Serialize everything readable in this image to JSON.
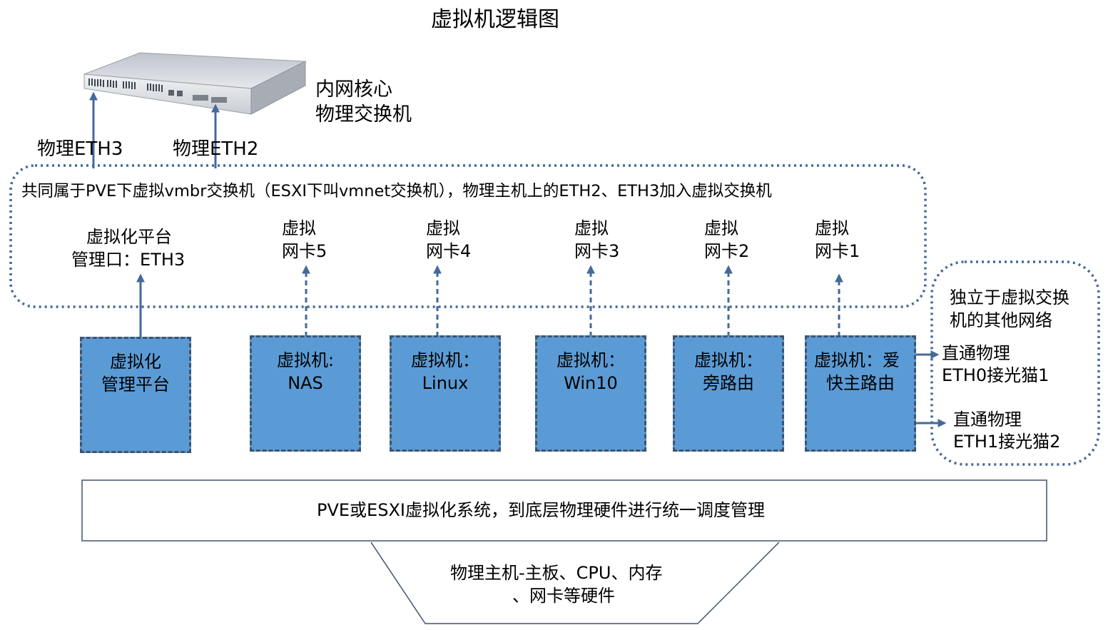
{
  "title": "虚拟机逻辑图",
  "core_switch": {
    "line1": "内网核心",
    "line2": "物理交换机"
  },
  "uplinks": [
    "物理ETH3",
    "物理ETH2"
  ],
  "vmbr_caption": "共同属于PVE下虚拟vmbr交换机（ESXI下叫vmnet交换机），物理主机上的ETH2、ETH3加入虚拟交换机",
  "mgmt_port": {
    "line1": "虚拟化平台",
    "line2": "管理口：ETH3"
  },
  "vnics": [
    {
      "line1": "虚拟",
      "line2": "网卡5"
    },
    {
      "line1": "虚拟",
      "line2": "网卡4"
    },
    {
      "line1": "虚拟",
      "line2": "网卡3"
    },
    {
      "line1": "虚拟",
      "line2": "网卡2"
    },
    {
      "line1": "虚拟",
      "line2": "网卡1"
    }
  ],
  "vms": [
    {
      "line1": "虚拟化",
      "line2": "管理平台"
    },
    {
      "line1": "虚拟机:",
      "line2": "NAS"
    },
    {
      "line1": "虚拟机：",
      "line2": "Linux"
    },
    {
      "line1": "虚拟机：",
      "line2": "Win10"
    },
    {
      "line1": "虚拟机：",
      "line2": "旁路由"
    },
    {
      "line1": "虚拟机：爱",
      "line2": "快主路由"
    }
  ],
  "independent": {
    "title_line1": "独立于虚拟交换",
    "title_line2": "机的其他网络",
    "link1_line1": "直通物理",
    "link1_line2": "ETH0接光猫1",
    "link2_line1": "直通物理",
    "link2_line2": "ETH1接光猫2"
  },
  "hypervisor": "PVE或ESXI虚拟化系统，到底层物理硬件进行统一调度管理",
  "hardware": {
    "line1": "物理主机-主板、CPU、内存",
    "line2": "、网卡等硬件"
  },
  "colors": {
    "arrow": "#44699a",
    "vm_fill": "#5b9bd5",
    "vm_border": "#41536b",
    "dotted": "#44699a"
  }
}
